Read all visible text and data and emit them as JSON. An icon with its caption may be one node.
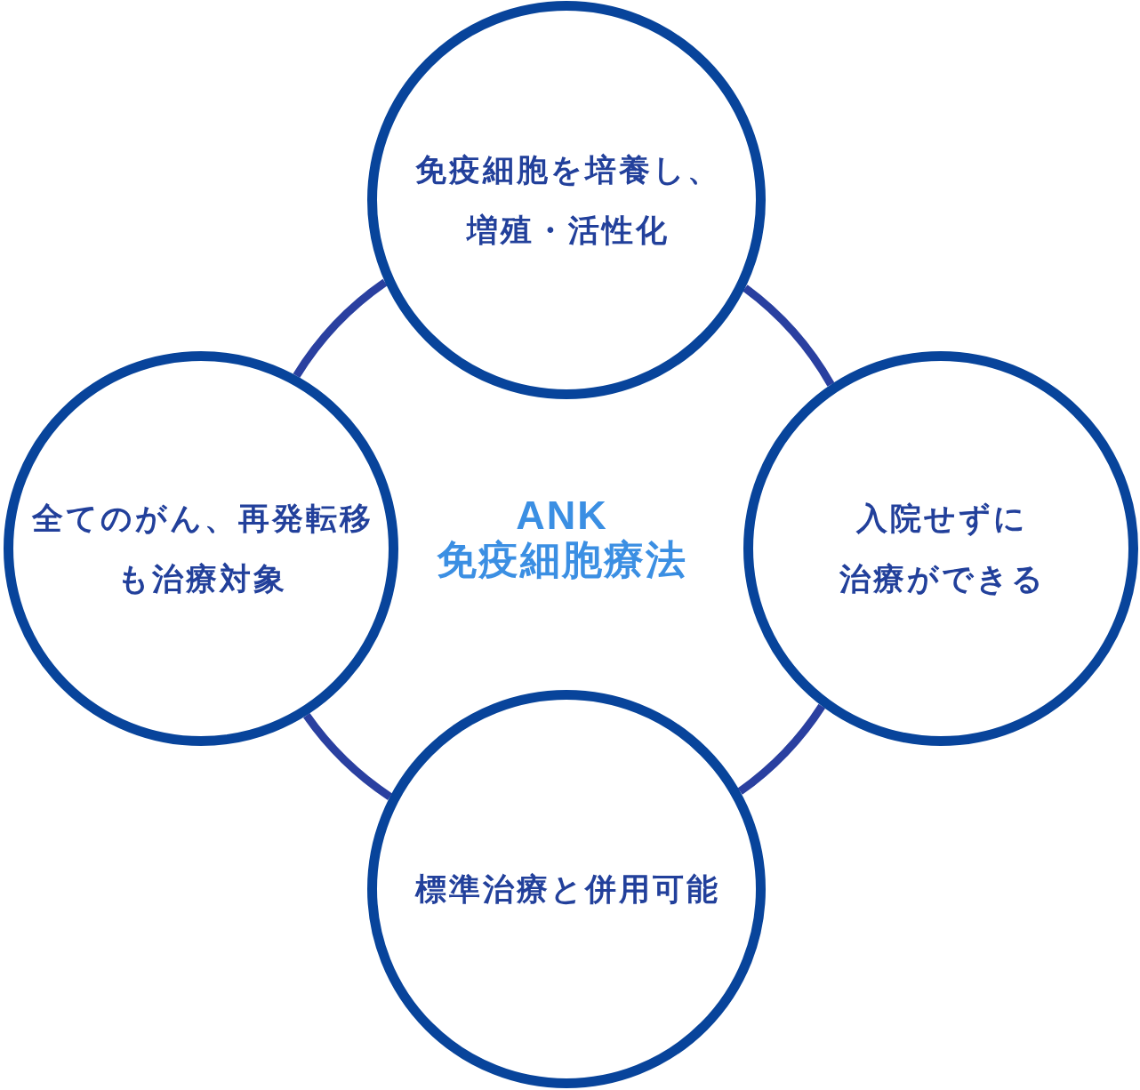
{
  "diagram": {
    "nodes": [
      {
        "text": [
          "免疫細胞を培養し、増殖・活性化"
        ]
      },
      {
        "text": [
          "全てのがん、再発転移も治療対象"
        ]
      },
      {
        "text": [
          "入院せずに治療ができる"
        ]
      },
      {
        "text": [
          "標準治療と併用可能"
        ]
      }
    ],
    "edges": [
      {
        "from": 0,
        "to": 1,
        "arrow": "none"
      },
      {
        "from": 0,
        "to": 2,
        "arrow": "none"
      },
      {
        "from": 1,
        "to": 3,
        "arrow": "none"
      },
      {
        "from": 2,
        "to": 3,
        "arrow": "none"
      }
    ],
    "labels": [
      "ANK免疫細胞療法"
    ]
  }
}
